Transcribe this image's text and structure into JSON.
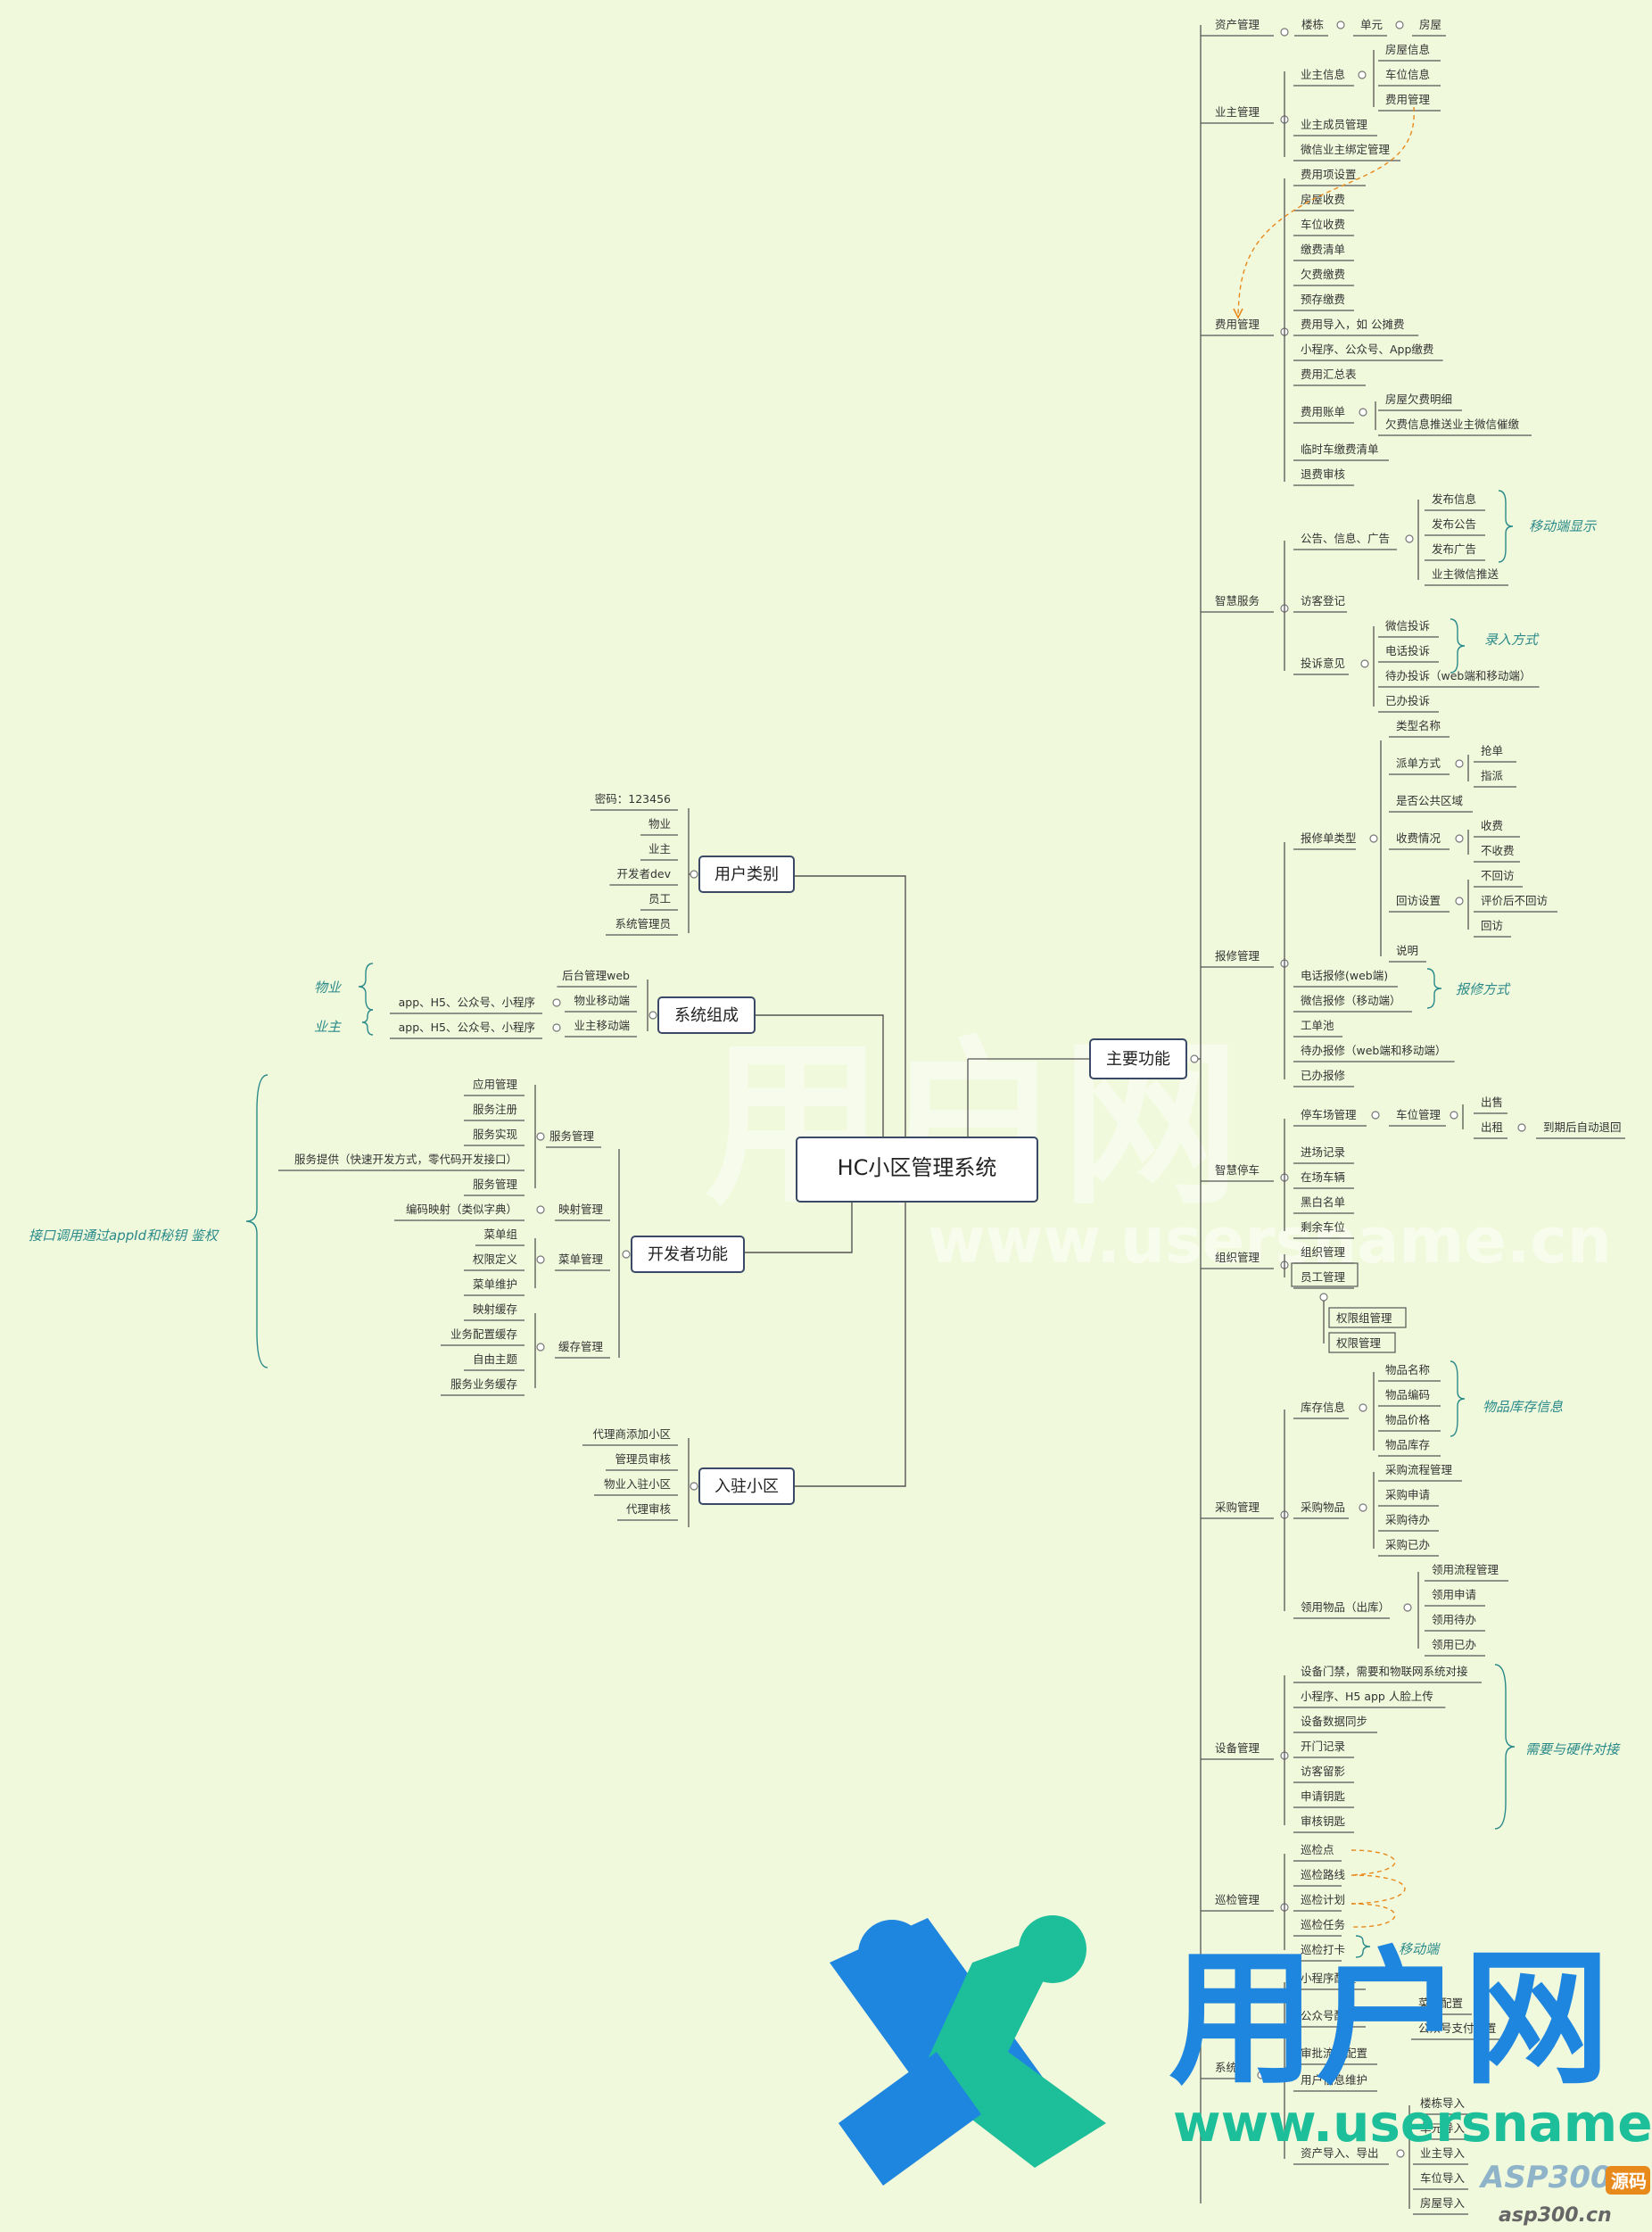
{
  "root": "HC小区管理系统",
  "colors": {
    "background": "#f1f9dc",
    "line": "#555555",
    "accent": "#e8891c",
    "note": "#2a8a8a",
    "brand_blue": "#1f86e0",
    "brand_green": "#1dbf9a"
  },
  "left": {
    "user_types": {
      "label": "用户类别",
      "items": [
        "密码：123456",
        "物业",
        "业主",
        "开发者dev",
        "员工",
        "系统管理员"
      ]
    },
    "system": {
      "label": "系统组成",
      "items": [
        "后台管理web",
        "物业移动端",
        "业主移动端"
      ],
      "apps": [
        "app、H5、公众号、小程序",
        "app、H5、公众号、小程序"
      ],
      "notes": [
        "物业",
        "业主"
      ]
    },
    "dev": {
      "label": "开发者功能",
      "groups": [
        {
          "label": "服务管理",
          "items": [
            "应用管理",
            "服务注册",
            "服务实现",
            "服务提供（快速开发方式，零代码开发接口）",
            "服务管理"
          ]
        },
        {
          "label": "映射管理",
          "items": [
            "编码映射（类似字典）"
          ]
        },
        {
          "label": "菜单管理",
          "items": [
            "菜单组",
            "权限定义",
            "菜单维护"
          ]
        },
        {
          "label": "缓存管理",
          "items": [
            "映射缓存",
            "业务配置缓存",
            "自由主题",
            "服务业务缓存"
          ]
        }
      ],
      "note": "接口调用通过appId和秘钥 鉴权"
    },
    "settle": {
      "label": "入驻小区",
      "items": [
        "代理商添加小区",
        "管理员审核",
        "物业入驻小区",
        "代理审核"
      ]
    }
  },
  "right": {
    "label": "主要功能",
    "asset": {
      "label": "资产管理",
      "chain": [
        "楼栋",
        "单元",
        "房屋"
      ]
    },
    "owner": {
      "label": "业主管理",
      "info": "业主信息",
      "sub": [
        "房屋信息",
        "车位信息",
        "费用管理"
      ],
      "items": [
        "业主成员管理",
        "微信业主绑定管理"
      ]
    },
    "fee": {
      "label": "费用管理",
      "items": [
        "费用项设置",
        "房屋收费",
        "车位收费",
        "缴费清单",
        "欠费缴费",
        "预存缴费",
        "费用导入，如 公摊费",
        "小程序、公众号、App缴费",
        "费用汇总表"
      ],
      "bill": "费用账单",
      "bill_sub": [
        "房屋欠费明细",
        "欠费信息推送业主微信催缴"
      ],
      "tail": [
        "临时车缴费清单",
        "退费审核"
      ]
    },
    "smart": {
      "label": "智慧服务",
      "notice": "公告、信息、广告",
      "notice_sub": [
        "发布信息",
        "发布公告",
        "发布广告",
        "业主微信推送"
      ],
      "visitor": "访客登记",
      "complaint": "投诉意见",
      "complaint_sub": [
        "微信投诉",
        "电话投诉",
        "待办投诉（web端和移动端）",
        "已办投诉"
      ],
      "notes": [
        "移动端显示",
        "录入方式"
      ]
    },
    "repair": {
      "label": "报修管理",
      "type": "报修单类型",
      "type_sub": [
        "类型名称",
        "派单方式",
        "是否公共区域",
        "收费情况",
        "回访设置",
        "说明"
      ],
      "dispatch": [
        "抢单",
        "指派"
      ],
      "fee_opts": [
        "收费",
        "不收费"
      ],
      "visit_opts": [
        "不回访",
        "评价后不回访",
        "回访"
      ],
      "items": [
        "电话报修(web端)",
        "微信报修（移动端）",
        "工单池",
        "待办报修（web端和移动端）",
        "已办报修"
      ],
      "note": "报修方式"
    },
    "parking": {
      "label": "智慧停车",
      "lot": "停车场管理",
      "space": "车位管理",
      "space_sub": [
        "出售",
        "出租"
      ],
      "rent_tail": "到期后自动退回",
      "items": [
        "进场记录",
        "在场车辆",
        "黑白名单",
        "剩余车位"
      ]
    },
    "org": {
      "label": "组织管理",
      "items": [
        "组织管理",
        "员工管理"
      ],
      "perm": [
        "权限组管理",
        "权限管理"
      ]
    },
    "purchase": {
      "label": "采购管理",
      "stock": "库存信息",
      "stock_sub": [
        "物品名称",
        "物品编码",
        "物品价格",
        "物品库存"
      ],
      "buy": "采购物品",
      "buy_sub": [
        "采购流程管理",
        "采购申请",
        "采购待办",
        "采购已办"
      ],
      "take": "领用物品（出库）",
      "take_sub": [
        "领用流程管理",
        "领用申请",
        "领用待办",
        "领用已办"
      ],
      "note": "物品库存信息"
    },
    "device": {
      "label": "设备管理",
      "items": [
        "设备门禁，需要和物联网系统对接",
        "小程序、H5 app 人脸上传",
        "设备数据同步",
        "开门记录",
        "访客留影",
        "申请钥匙",
        "审核钥匙"
      ],
      "note": "需要与硬件对接"
    },
    "patrol": {
      "label": "巡检管理",
      "items": [
        "巡检点",
        "巡检路线",
        "巡检计划",
        "巡检任务",
        "巡检打卡"
      ],
      "note": "移动端"
    },
    "sys": {
      "label": "系统",
      "items": [
        "小程序配置",
        "公众号配置",
        "审批流程配置",
        "用户信息维护",
        "资产导入、导出"
      ],
      "pay": [
        "菜单配置",
        "公众号支付配置"
      ],
      "import": [
        "楼栋导入",
        "单元导入",
        "业主导入",
        "车位导入",
        "房屋导入"
      ]
    }
  },
  "watermark": {
    "brand": "用户网",
    "url": "www.usersname.cn",
    "badge": "ASP300",
    "badge2": "源码",
    "site": "asp300.cn",
    "mid_url": "www.usersname.cn"
  }
}
